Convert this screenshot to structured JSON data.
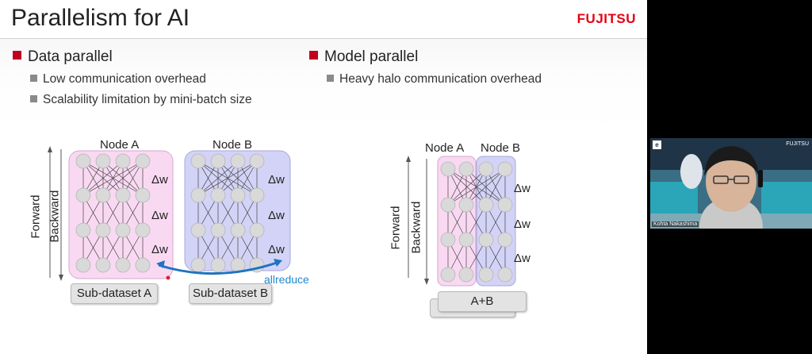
{
  "slide": {
    "title": "Parallelism for AI",
    "logo": "FUJITSU",
    "data_parallel": {
      "heading": "Data parallel",
      "points": [
        "Low communication overhead",
        "Scalability limitation by mini-batch size"
      ],
      "node_a": "Node A",
      "node_b": "Node B",
      "forward": "Forward",
      "backward": "Backward",
      "delta": "Δw",
      "allreduce": "allreduce",
      "sub_a": "Sub-dataset A",
      "sub_b": "Sub-dataset B"
    },
    "model_parallel": {
      "heading": "Model parallel",
      "points": [
        "Heavy halo communication overhead"
      ],
      "node_a": "Node A",
      "node_b": "Node B",
      "forward": "Forward",
      "backward": "Backward",
      "delta": "Δw",
      "sub_ab": "A+B"
    }
  },
  "webcam": {
    "participant_name": "Kohta Nakashima",
    "brand": "FUJITSU"
  },
  "colors": {
    "accent_red": "#c00020",
    "logo_red": "#e60012",
    "node_a_fill": "#f9d9f2",
    "node_b_fill": "#d3d3f7",
    "allreduce_blue": "#1e88d0"
  }
}
